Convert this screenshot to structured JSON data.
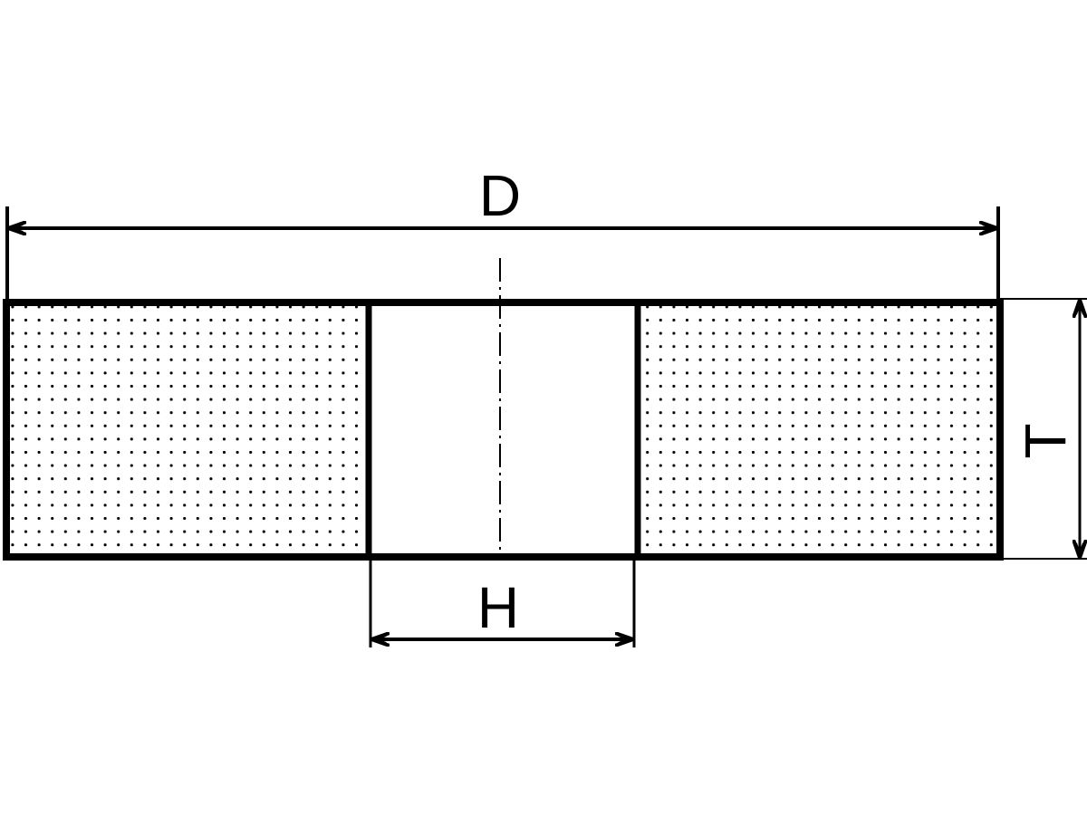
{
  "labels": {
    "outer_diameter": "D",
    "bore_diameter": "H",
    "thickness": "T"
  },
  "colors": {
    "line": "#000000",
    "background": "#ffffff"
  }
}
